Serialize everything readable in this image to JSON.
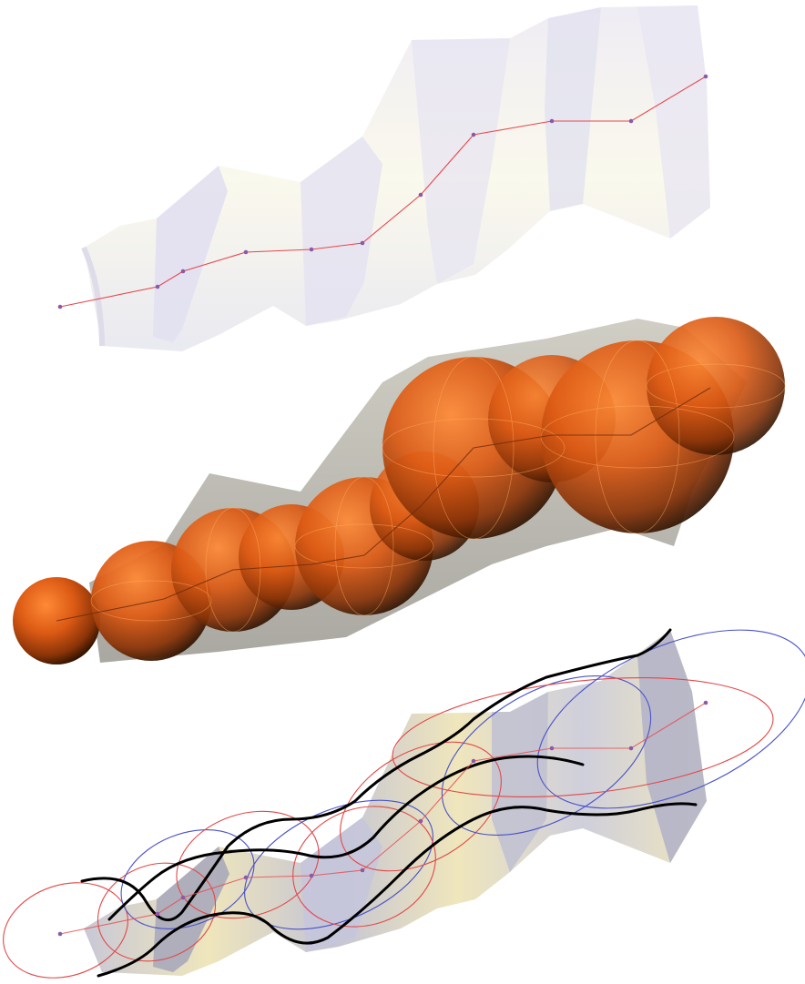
{
  "colors": {
    "tube_light": "#f6f2dc",
    "tube_lavender": "#dcdcec",
    "tube_shadow": "#b8b8c8",
    "tube_cream": "#efe6bc",
    "sphere_color": "#e0621a",
    "sphere_highlight": "#ff9a4a",
    "sphere_shadow": "#3a1600",
    "polyline_red": "#e8474b",
    "node_purple": "#8a5aa8",
    "circle_red": "#e24848",
    "circle_blue": "#4a52c8",
    "boundary_black": "#000000"
  },
  "panels": [
    {
      "name": "translucent-tube-with-skeleton"
    },
    {
      "name": "sphere-sequence-along-skeleton"
    },
    {
      "name": "tube-with-cross-section-circles"
    }
  ]
}
